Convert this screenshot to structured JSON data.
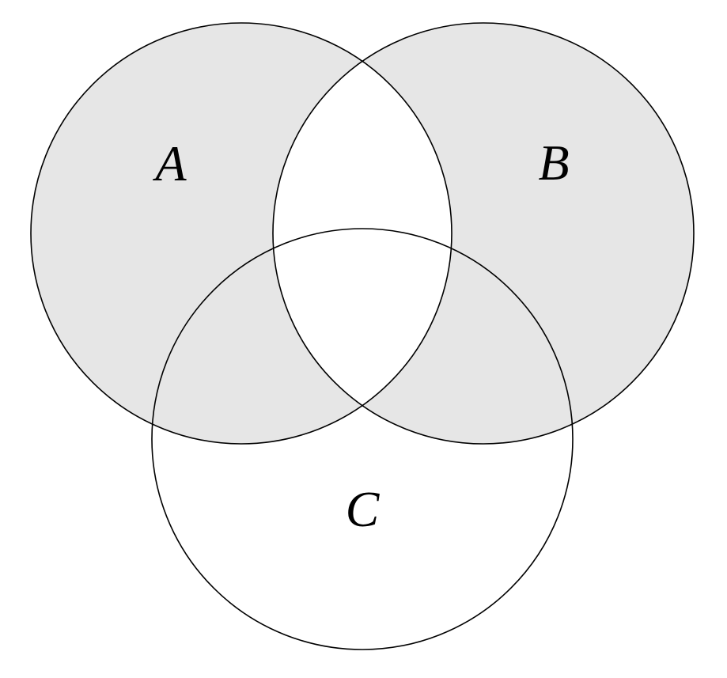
{
  "diagram": {
    "type": "venn-3-circle",
    "description": "Three-circle Venn diagram with the symmetric difference of A and B shaded; intersection of A and B (including triple overlap) and C-only region are unshaded",
    "shaded_expression": "(A ∪ B) − (A ∩ B)",
    "sets": [
      {
        "label": "A"
      },
      {
        "label": "B"
      },
      {
        "label": "C"
      }
    ],
    "colors": {
      "shade": "#e6e6e6",
      "stroke": "#000000",
      "background": "#ffffff"
    }
  }
}
